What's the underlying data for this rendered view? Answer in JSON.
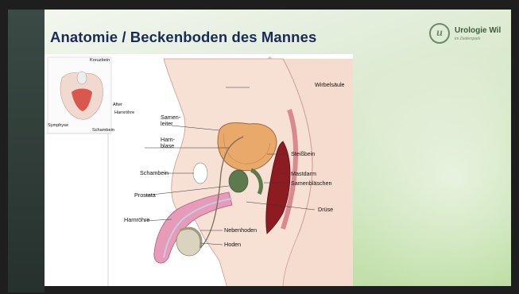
{
  "slide": {
    "title": "Anatomie / Beckenboden des Mannes",
    "logo": {
      "name": "Urologie Wil",
      "subtitle": "im Zedernpark",
      "mark": "u"
    }
  },
  "inset_labels": {
    "kreuzbein": "Kreuzbein",
    "after": "After",
    "harnroehre": "Harnröhre",
    "symphyse": "Symphyse",
    "schambein": "Schambein"
  },
  "main_labels": {
    "wirbelsaeule": "Wirbelsäule",
    "samenleiter": "Samen-\nleiter",
    "harnblase": "Harn-\nblase",
    "schambein": "Schambein",
    "prostata": "Prostata",
    "harnroehre": "Harnröhre",
    "steissbein": "Steißbein",
    "mastdarm": "Mastdarm",
    "samenblaeschen": "Samenbläschen",
    "druese": "Drüse",
    "nebenhoden": "Nebenhoden",
    "hoden": "Hoden"
  },
  "colors": {
    "title": "#1a2a57",
    "accent_green": "#6d8a6a",
    "bladder": "#e8b27a",
    "rectum": "#8c1c22",
    "prostata": "#5d7a4f",
    "skin": "#f2c9b7",
    "penis": "#d77aa0"
  }
}
